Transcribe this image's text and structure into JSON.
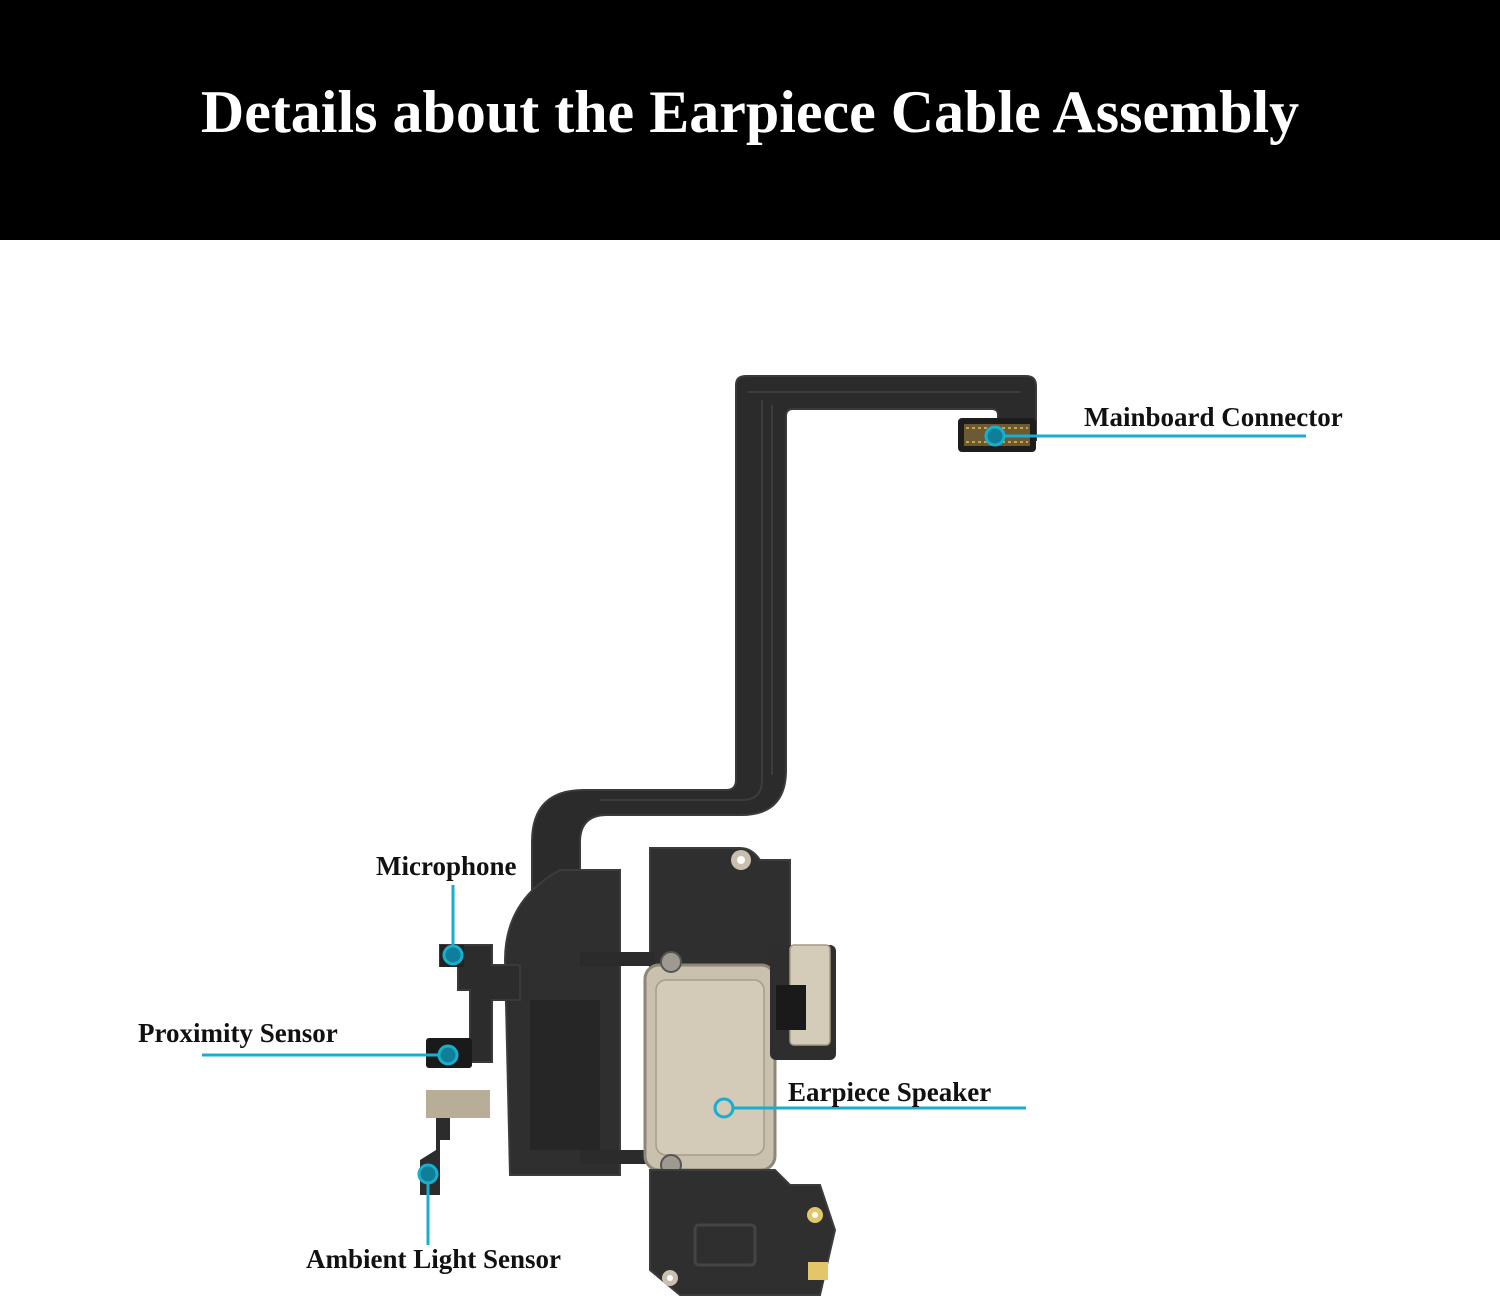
{
  "title": "Details about the Earpiece Cable Assembly",
  "colors": {
    "header_bg": "#000000",
    "title_text": "#ffffff",
    "callout": "#19aecd",
    "flex_cable": "#2b2b2b",
    "metal": "#c8bfae",
    "bracket": "#d4cbb8"
  },
  "labels": {
    "mainboard_connector": "Mainboard Connector",
    "microphone": "Microphone",
    "proximity_sensor": "Proximity Sensor",
    "earpiece_speaker": "Earpiece Speaker",
    "ambient_light_sensor": "Ambient Light Sensor"
  }
}
